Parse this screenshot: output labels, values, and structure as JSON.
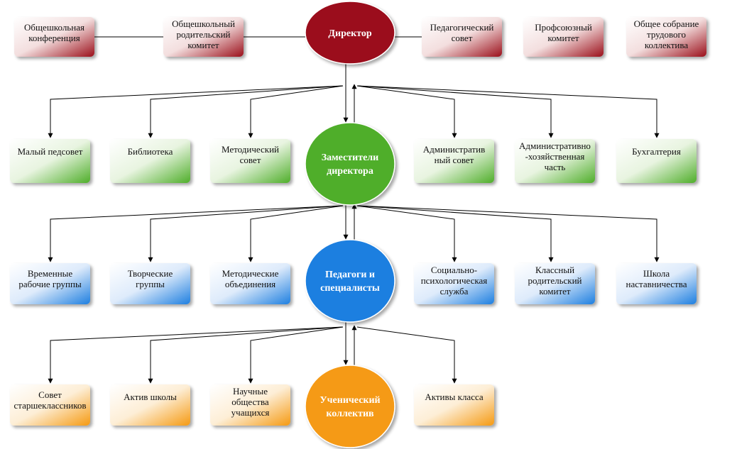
{
  "colors": {
    "red": "#9b0f1a",
    "green": "#4fae2a",
    "blue": "#1e7fe0",
    "orange": "#f59a12"
  },
  "levels": [
    {
      "id": "director",
      "color": "red",
      "title": [
        "Директор"
      ],
      "boxes": [
        {
          "id": "school-conference",
          "lines": [
            "Общешкольная",
            "конференция"
          ]
        },
        {
          "id": "parent-committee",
          "lines": [
            "Общешкольный",
            "родительский",
            "комитет"
          ]
        },
        {
          "id": "pedagogical-council",
          "lines": [
            "Педагогический",
            "совет"
          ]
        },
        {
          "id": "trade-union-committee",
          "lines": [
            "Профсоюзный",
            "комитет"
          ]
        },
        {
          "id": "general-meeting",
          "lines": [
            "Общее собрание",
            "трудового",
            "коллектива"
          ]
        }
      ]
    },
    {
      "id": "deputies",
      "color": "green",
      "title": [
        "Заместители",
        "директора"
      ],
      "boxes": [
        {
          "id": "small-pedcouncil",
          "lines": [
            "Малый педсовет"
          ]
        },
        {
          "id": "library",
          "lines": [
            "Библиотека"
          ]
        },
        {
          "id": "methodical-council",
          "lines": [
            "Методический",
            "совет"
          ]
        },
        {
          "id": "administrative-council",
          "lines": [
            "Административ",
            "ный совет"
          ]
        },
        {
          "id": "admin-economic-part",
          "lines": [
            "Административно",
            "-хозяйственная",
            "часть"
          ]
        },
        {
          "id": "accounting",
          "lines": [
            "Бухгалтерия"
          ]
        }
      ]
    },
    {
      "id": "teachers",
      "color": "blue",
      "title": [
        "Педагоги и",
        "специалисты"
      ],
      "boxes": [
        {
          "id": "temporary-groups",
          "lines": [
            "Временные",
            "рабочие группы"
          ]
        },
        {
          "id": "creative-groups",
          "lines": [
            "Творческие",
            "группы"
          ]
        },
        {
          "id": "methodical-unions",
          "lines": [
            "Методические",
            "объединения"
          ]
        },
        {
          "id": "psych-service",
          "lines": [
            "Социально-",
            "психологическая",
            "служба"
          ]
        },
        {
          "id": "class-parent-committee",
          "lines": [
            "Классный",
            "родительский",
            "комитет"
          ]
        },
        {
          "id": "mentoring-school",
          "lines": [
            "Школа",
            "наставничества"
          ]
        }
      ]
    },
    {
      "id": "students",
      "color": "orange",
      "title": [
        "Ученический",
        "коллектив"
      ],
      "boxes": [
        {
          "id": "senior-council",
          "lines": [
            "Совет",
            "старшеклассников"
          ]
        },
        {
          "id": "school-activists",
          "lines": [
            "Актив школы"
          ]
        },
        {
          "id": "science-societies",
          "lines": [
            "Научные",
            "общества",
            "учащихся"
          ]
        },
        {
          "id": "class-activists",
          "lines": [
            "Активы класса"
          ]
        }
      ]
    }
  ]
}
